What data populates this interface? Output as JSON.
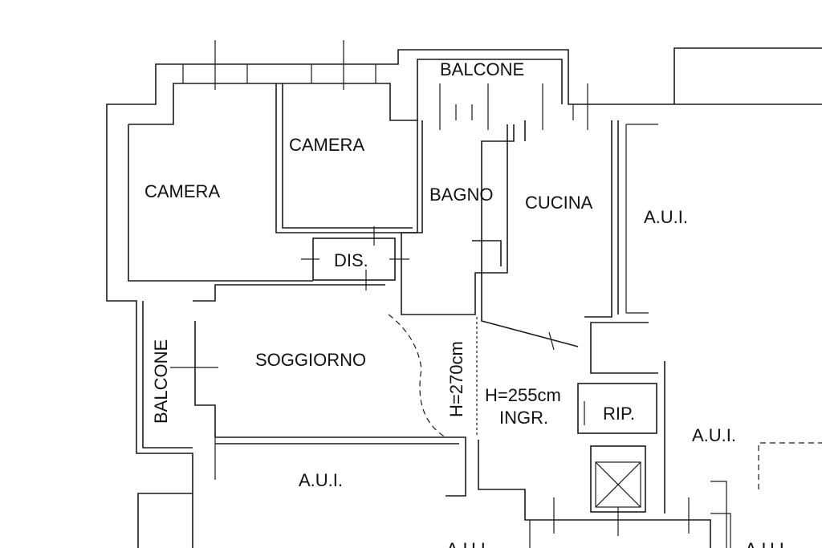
{
  "plan": {
    "rooms": {
      "camera_left": "CAMERA",
      "camera_right": "CAMERA",
      "balcone_top": "BALCONE",
      "bagno": "BAGNO",
      "cucina": "CUCINA",
      "dis": "DIS.",
      "soggiorno": "SOGGIORNO",
      "balcone_left": "BALCONE",
      "h270": "H=270cm",
      "h255": "H=255cm",
      "ingr": "INGR.",
      "rip": "RIP.",
      "aui_right_top": "A.U.I.",
      "aui_right_mid": "A.U.I.",
      "aui_bottom_left": "A.U.I.",
      "aui_bottom_center": "A.U.I.",
      "aui_bottom_right": "A.U.I."
    }
  }
}
